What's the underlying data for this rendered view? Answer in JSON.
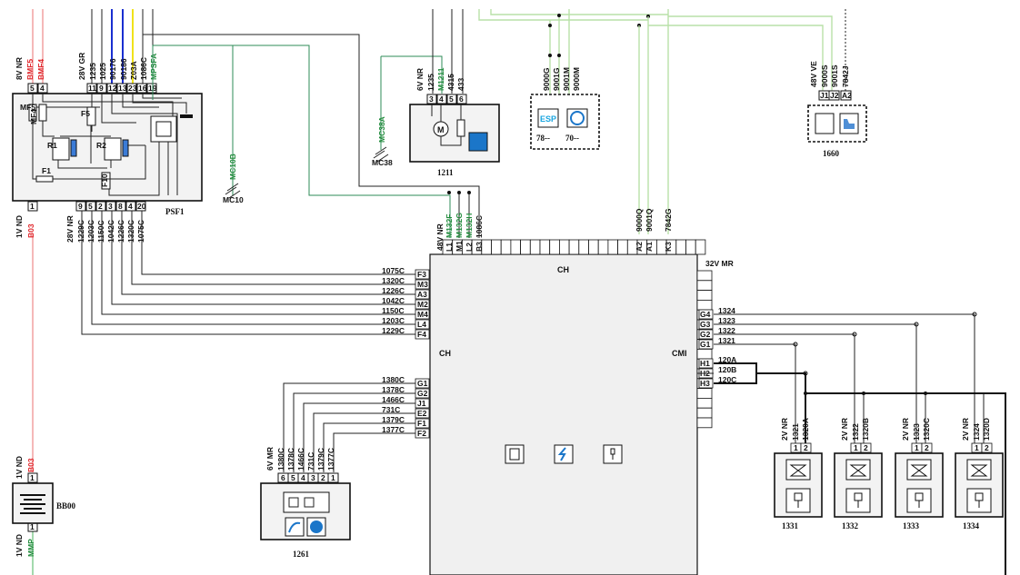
{
  "diagram": {
    "left_wires": {
      "top": [
        {
          "label": "8V NR"
        },
        {
          "label": "BMF5",
          "color": "red"
        },
        {
          "label": "BMF4",
          "color": "red"
        }
      ],
      "bottom": [
        {
          "label": "1V ND"
        },
        {
          "label": "B03",
          "color": "red"
        }
      ],
      "bb00_top": [
        {
          "label": "1V ND"
        },
        {
          "label": "B03",
          "color": "red"
        }
      ],
      "bb00_bottom": [
        {
          "label": "1V ND"
        },
        {
          "label": "MMP",
          "color": "green"
        }
      ]
    },
    "psf1": {
      "name": "PSF1",
      "top_connector": "28V GR",
      "top_wires": [
        "1235",
        "1025",
        "90176",
        "90186",
        "Z03A",
        "1086C",
        "MPSFA"
      ],
      "top_pins": [
        "5",
        "4",
        "11",
        "9",
        "12",
        "13",
        "23",
        "16",
        "19"
      ],
      "bottom_connector": "28V NR",
      "bottom_wires": [
        "1229C",
        "1203C",
        "1150C",
        "1042C",
        "1226C",
        "1320C",
        "1075C"
      ],
      "bottom_pins": [
        "1",
        "9",
        "5",
        "2",
        "3",
        "8",
        "4",
        "20"
      ],
      "internal_labels": [
        "MF5",
        "MF4",
        "F5",
        "R1",
        "R2",
        "F1",
        "F10"
      ]
    },
    "mass_points": [
      "MC10",
      "MC38"
    ],
    "mass_wires": [
      "MC10B",
      "MC38A"
    ],
    "c1211": {
      "name": "1211",
      "connector": "6V NR",
      "wires": [
        "1235",
        "M1211",
        "4315",
        "433"
      ],
      "pins": [
        "3",
        "4",
        "5",
        "6"
      ]
    },
    "c78_70": {
      "connector_wires": [
        "9000G",
        "9001G",
        "9001M",
        "9000M"
      ],
      "labels": [
        "78--",
        "70--"
      ],
      "esp": "ESP"
    },
    "c1660": {
      "name": "1660",
      "connector": "48V VE",
      "wires": [
        "9000S",
        "9001S",
        "7842J"
      ],
      "pins": [
        "J1",
        "J2",
        "A2"
      ]
    },
    "ecu": {
      "top_left_connector": "48V NR",
      "top_left_wires": [
        "M132F",
        "M132G",
        "M132H",
        "1086C"
      ],
      "top_left_pins": [
        "L1",
        "M1",
        "L2",
        "B3"
      ],
      "top_right_wires": [
        "9000Q",
        "9001Q",
        "7842G"
      ],
      "top_right_pins": [
        "A2",
        "A1",
        "K3"
      ],
      "labels": {
        "ch_top": "CH",
        "ch_left": "CH",
        "cmi": "CMI",
        "right_connector": "32V MR"
      },
      "left_rows_1": [
        [
          "1075C",
          "F3"
        ],
        [
          "1320C",
          "M3"
        ],
        [
          "1226C",
          "A3"
        ],
        [
          "1042C",
          "M2"
        ],
        [
          "1150C",
          "M4"
        ],
        [
          "1203C",
          "L4"
        ],
        [
          "1229C",
          "F4"
        ]
      ],
      "left_rows_2": [
        [
          "1380C",
          "G1"
        ],
        [
          "1378C",
          "G2"
        ],
        [
          "1466C",
          "J1"
        ],
        [
          "731C",
          "E2"
        ],
        [
          "1379C",
          "F1"
        ],
        [
          "1377C",
          "F2"
        ]
      ],
      "right_rows_1": [
        [
          "G4",
          "1324"
        ],
        [
          "G3",
          "1323"
        ],
        [
          "G2",
          "1322"
        ],
        [
          "G1",
          "1321"
        ]
      ],
      "right_rows_2": [
        [
          "H1",
          "120A"
        ],
        [
          "H2",
          "120B"
        ],
        [
          "H3",
          "120C"
        ]
      ]
    },
    "c1261": {
      "name": "1261",
      "connector": "6V MR",
      "wires": [
        "1380C",
        "1378C",
        "1466C",
        "731C",
        "1379C",
        "1377C"
      ],
      "pins": [
        "6",
        "5",
        "4",
        "3",
        "2",
        "1"
      ]
    },
    "bb00": {
      "name": "BB00",
      "pins": [
        "1",
        "1"
      ]
    },
    "injectors": [
      {
        "name": "1331",
        "connector": "2V NR",
        "wires": [
          "1321",
          "1320A"
        ],
        "pins": [
          "1",
          "2"
        ]
      },
      {
        "name": "1332",
        "connector": "2V NR",
        "wires": [
          "1322",
          "1320B"
        ],
        "pins": [
          "1",
          "2"
        ]
      },
      {
        "name": "1333",
        "connector": "2V NR",
        "wires": [
          "1323",
          "1320C"
        ],
        "pins": [
          "1",
          "2"
        ]
      },
      {
        "name": "1334",
        "connector": "2V NR",
        "wires": [
          "1324",
          "1320D"
        ],
        "pins": [
          "1",
          "2"
        ]
      }
    ]
  }
}
